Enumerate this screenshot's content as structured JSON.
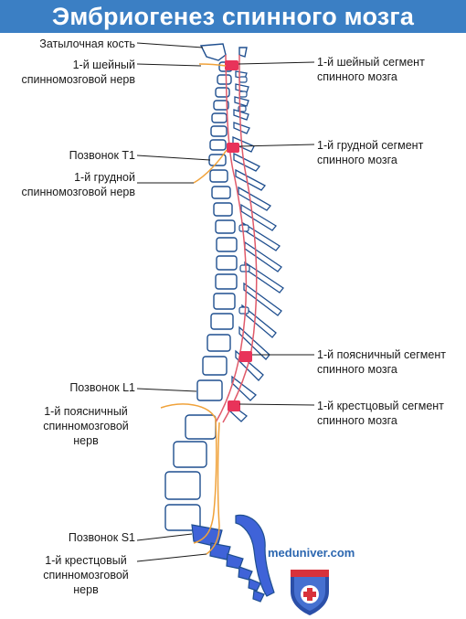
{
  "title": "Эмбриогенез спинного мозга",
  "labels_left": [
    {
      "lines": [
        "Затылочная кость"
      ]
    },
    {
      "lines": [
        "1-й шейный",
        "спинномозговой нерв"
      ]
    },
    {
      "lines": [
        "Позвонок Т1"
      ]
    },
    {
      "lines": [
        "1-й грудной",
        "спинномозговой нерв"
      ]
    },
    {
      "lines": [
        "Позвонок L1"
      ]
    },
    {
      "lines": [
        "1-й поясничный",
        "спинномозговой",
        "нерв"
      ]
    },
    {
      "lines": [
        "Позвонок S1"
      ]
    },
    {
      "lines": [
        "1-й крестцовый",
        "спинномозговой",
        "нерв"
      ]
    }
  ],
  "labels_right": [
    {
      "lines": [
        "1-й шейный сегмент",
        "спинного мозга"
      ]
    },
    {
      "lines": [
        "1-й грудной сегмент",
        "спинного мозга"
      ]
    },
    {
      "lines": [
        "1-й поясничный сегмент",
        "спинного мозга"
      ]
    },
    {
      "lines": [
        "1-й крестцовый сегмент",
        "спинного мозга"
      ]
    }
  ],
  "watermark": "meduniver.com",
  "colors": {
    "title_bg": "#3b7fc4",
    "bone_fill": "#ffffff",
    "bone_stroke": "#1f4f8f",
    "sacrum_fill": "#3f63d8",
    "cord_stroke": "#e05a6a",
    "segment_fill": "#e8335a",
    "nerve": "#f0a23a"
  }
}
